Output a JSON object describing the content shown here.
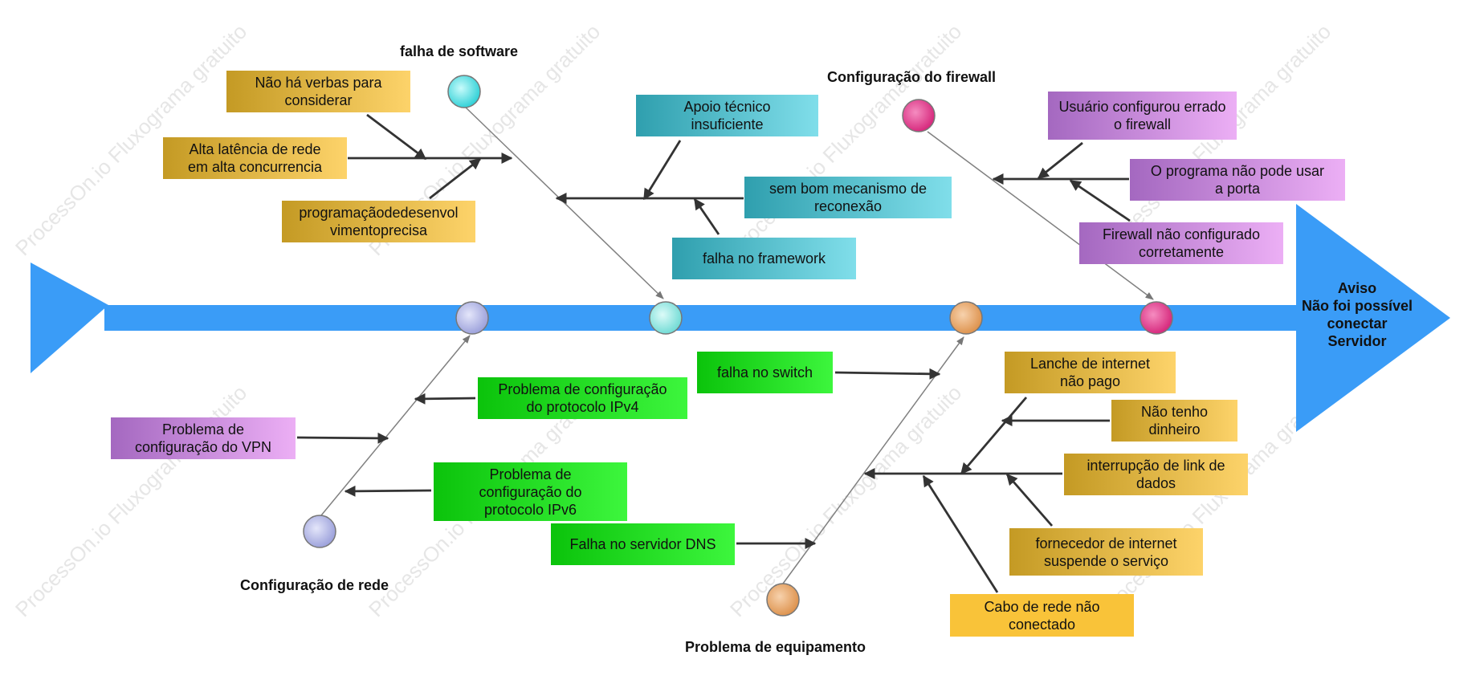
{
  "colors": {
    "spine": "#3a9cf7",
    "bone": "#808080",
    "arrow": "#333333"
  },
  "head": {
    "label": "Aviso\nNão foi possível\nconectar\nServidor"
  },
  "categories": {
    "software": "falha de software",
    "firewall": "Configuração do firewall",
    "network": "Configuração de rede",
    "equipment": "Problema de equipamento"
  },
  "causes": {
    "sem_verbas": "Não há verbas para\nconsiderar",
    "alta_latencia": "Alta latência de rede\nem alta concurrencia",
    "programacao": "programaçãodedesenvol\nvimentoprecisa",
    "apoio_tecnico": "Apoio técnico\ninsuficiente",
    "reconexao": "sem bom mecanismo de\nreconexão",
    "framework": "falha no framework",
    "usuario_firewall": "Usuário configurou errado\no firewall",
    "porta": "O programa não pode usar\na porta",
    "firewall_nao_config": "Firewall não configurado\ncorretamente",
    "ipv4": "Problema de configuração\ndo protocolo IPv4",
    "vpn": "Problema de\nconfiguração do VPN",
    "ipv6": "Problema de\nconfiguração do\nprotocolo IPv6",
    "switch": "falha no switch",
    "dns": "Falha no servidor DNS",
    "lanche": "Lanche de internet\nnão pago",
    "sem_dinheiro": "Não tenho\ndinheiro",
    "link_dados": "interrupção de link de\ndados",
    "fornecedor": "fornecedor de internet\nsuspende o serviço",
    "cabo": "Cabo de rede não\nconectado"
  }
}
